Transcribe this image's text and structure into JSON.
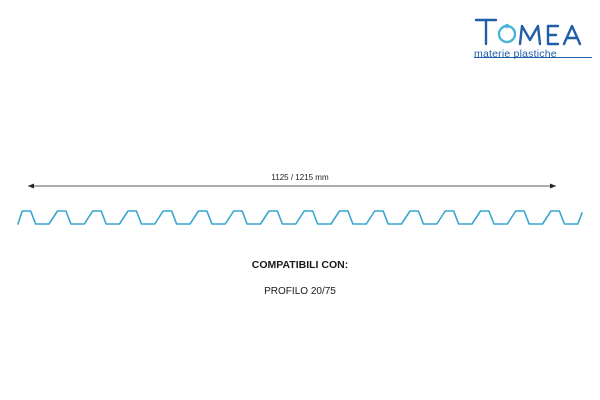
{
  "brand": {
    "name": "TOMEA",
    "tagline": "materie plastiche",
    "color": "#1f5fa8",
    "accent": "#4ab3d8"
  },
  "dimension": {
    "label": "1125 / 1215 mm"
  },
  "profile": {
    "color": "#3aa6cf",
    "corrugation_count": 16
  },
  "compatibility": {
    "heading": "COMPATIBILI CON:",
    "profile": "PROFILO 20/75"
  }
}
